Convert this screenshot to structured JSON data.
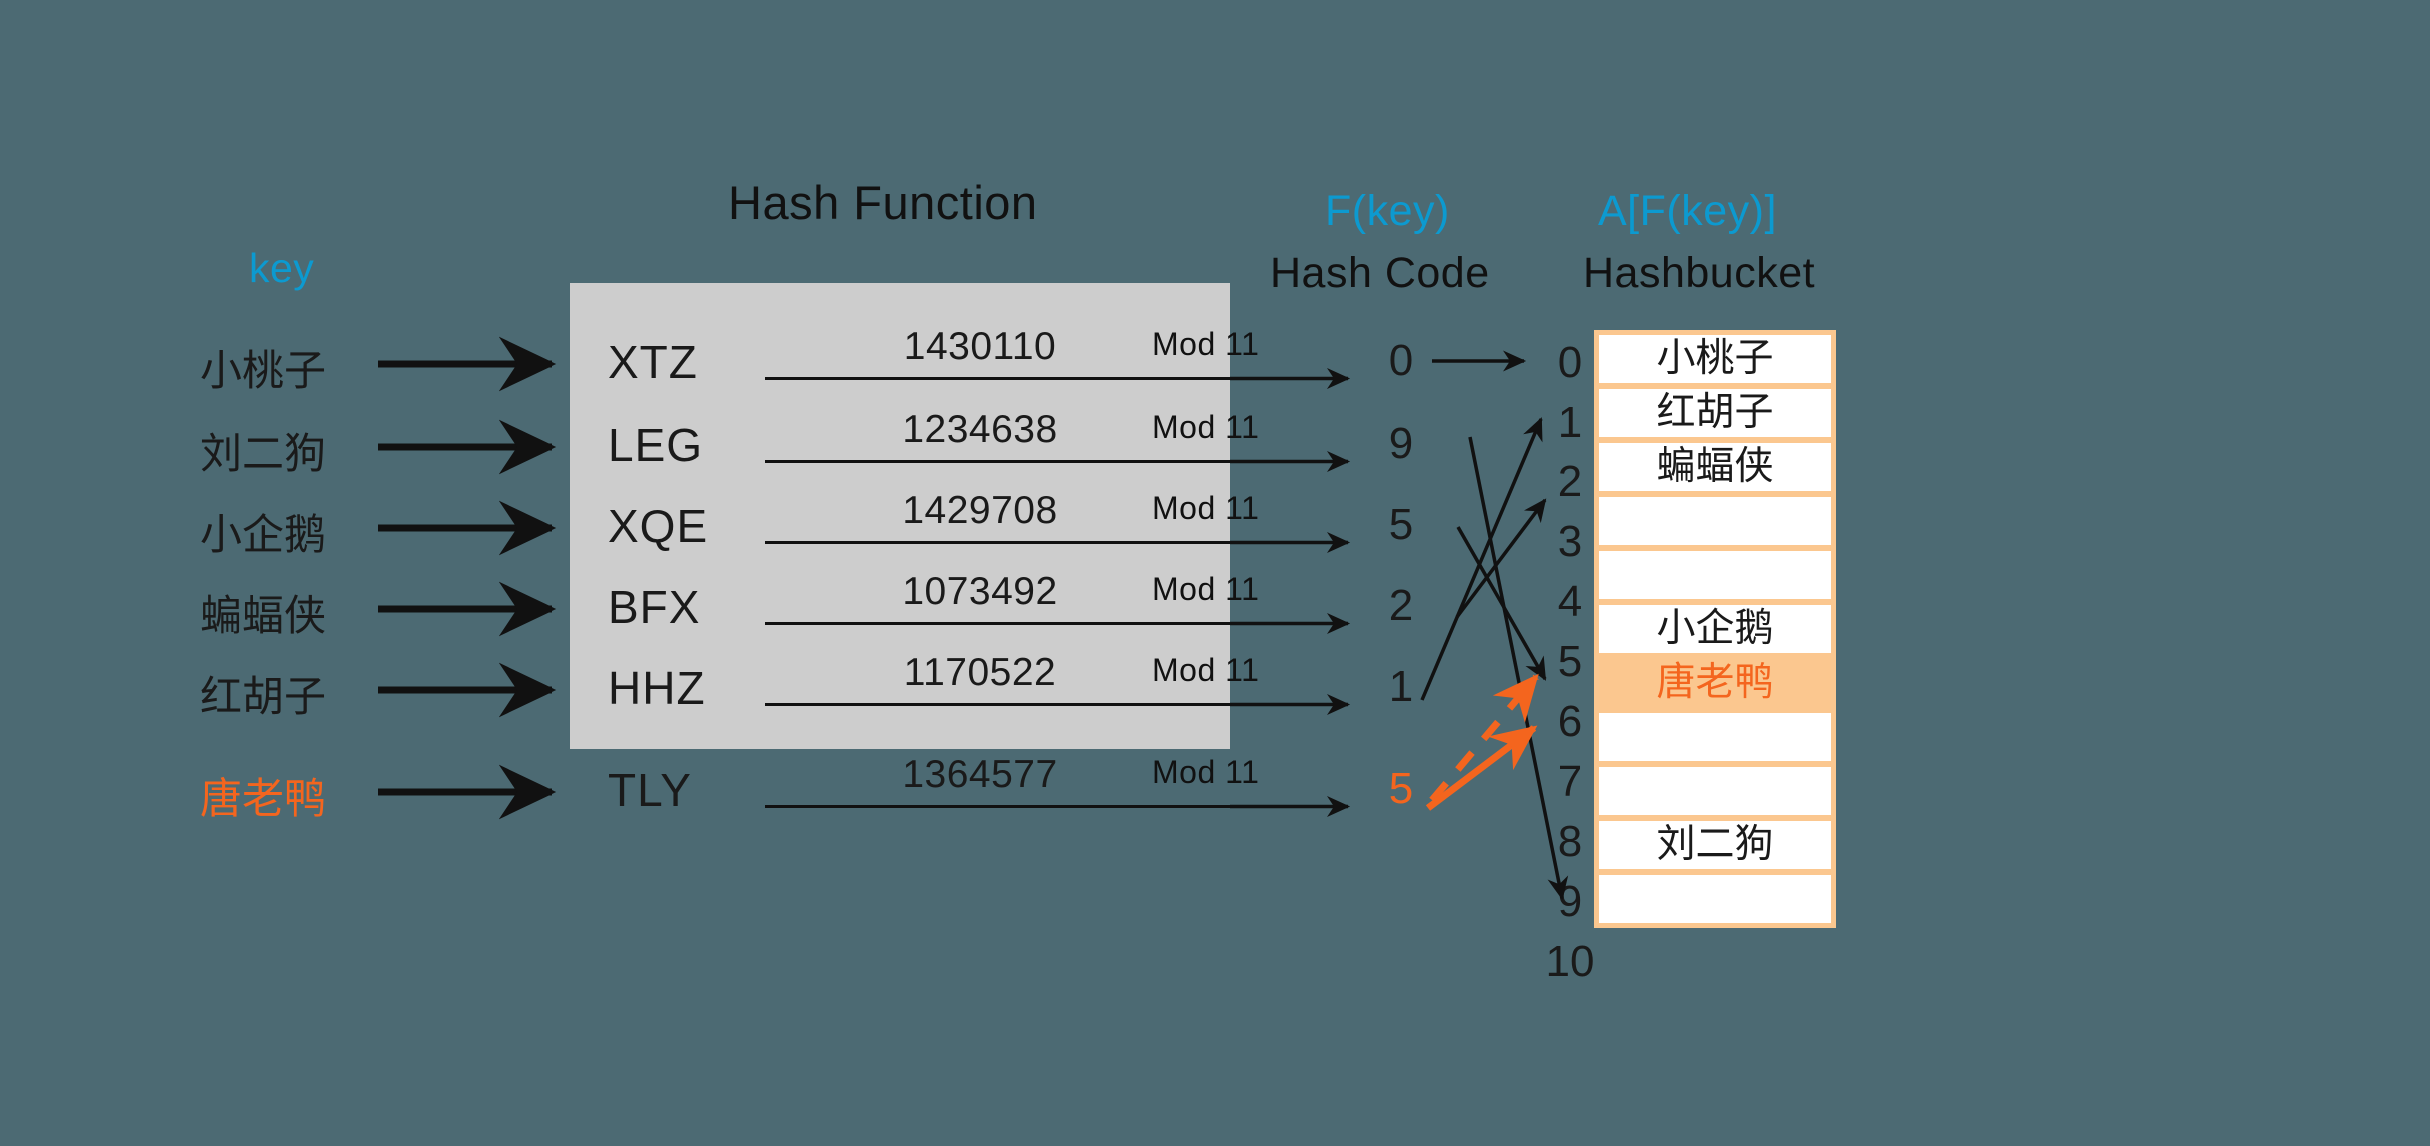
{
  "background_color": "#4c6a73",
  "accent_color": "#f4651e",
  "blue_color": "#0c9ad0",
  "panel_color": "#cdcdcd",
  "bucket_border_color": "#fbc78f",
  "headings": {
    "hash_function": "Hash Function",
    "f_key": "F(key)",
    "hash_code": "Hash Code",
    "a_f_key": "A[F(key)]",
    "hashbucket": "Hashbucket",
    "key": "key"
  },
  "rows": [
    {
      "key": "小桃子",
      "code": "XTZ",
      "number": "1430110",
      "mod": "Mod 11",
      "hash": "0",
      "accent": false
    },
    {
      "key": "刘二狗",
      "code": "LEG",
      "number": "1234638",
      "mod": "Mod 11",
      "hash": "9",
      "accent": false
    },
    {
      "key": "小企鹅",
      "code": "XQE",
      "number": "1429708",
      "mod": "Mod 11",
      "hash": "5",
      "accent": false
    },
    {
      "key": "蝙蝠侠",
      "code": "BFX",
      "number": "1073492",
      "mod": "Mod 11",
      "hash": "2",
      "accent": false
    },
    {
      "key": "红胡子",
      "code": "HHZ",
      "number": "1170522",
      "mod": "Mod 11",
      "hash": "1",
      "accent": false
    },
    {
      "key": "唐老鸭",
      "code": "TLY",
      "number": "1364577",
      "mod": "Mod 11",
      "hash": "5",
      "accent": true
    }
  ],
  "bucket_indices": [
    "0",
    "1",
    "2",
    "3",
    "4",
    "5",
    "6",
    "7",
    "8",
    "9",
    "10"
  ],
  "buckets": [
    {
      "index": "0",
      "value": "小桃子",
      "accent": false
    },
    {
      "index": "1",
      "value": "红胡子",
      "accent": false
    },
    {
      "index": "2",
      "value": "蝙蝠侠",
      "accent": false
    },
    {
      "index": "3",
      "value": "",
      "accent": false
    },
    {
      "index": "4",
      "value": "",
      "accent": false
    },
    {
      "index": "5",
      "value": "小企鹅",
      "accent": false
    },
    {
      "index": "6",
      "value": "唐老鸭",
      "accent": true
    },
    {
      "index": "7",
      "value": "",
      "accent": false
    },
    {
      "index": "8",
      "value": "",
      "accent": false
    },
    {
      "index": "9",
      "value": "刘二狗",
      "accent": false
    },
    {
      "index": "10",
      "value": "",
      "accent": false
    }
  ]
}
